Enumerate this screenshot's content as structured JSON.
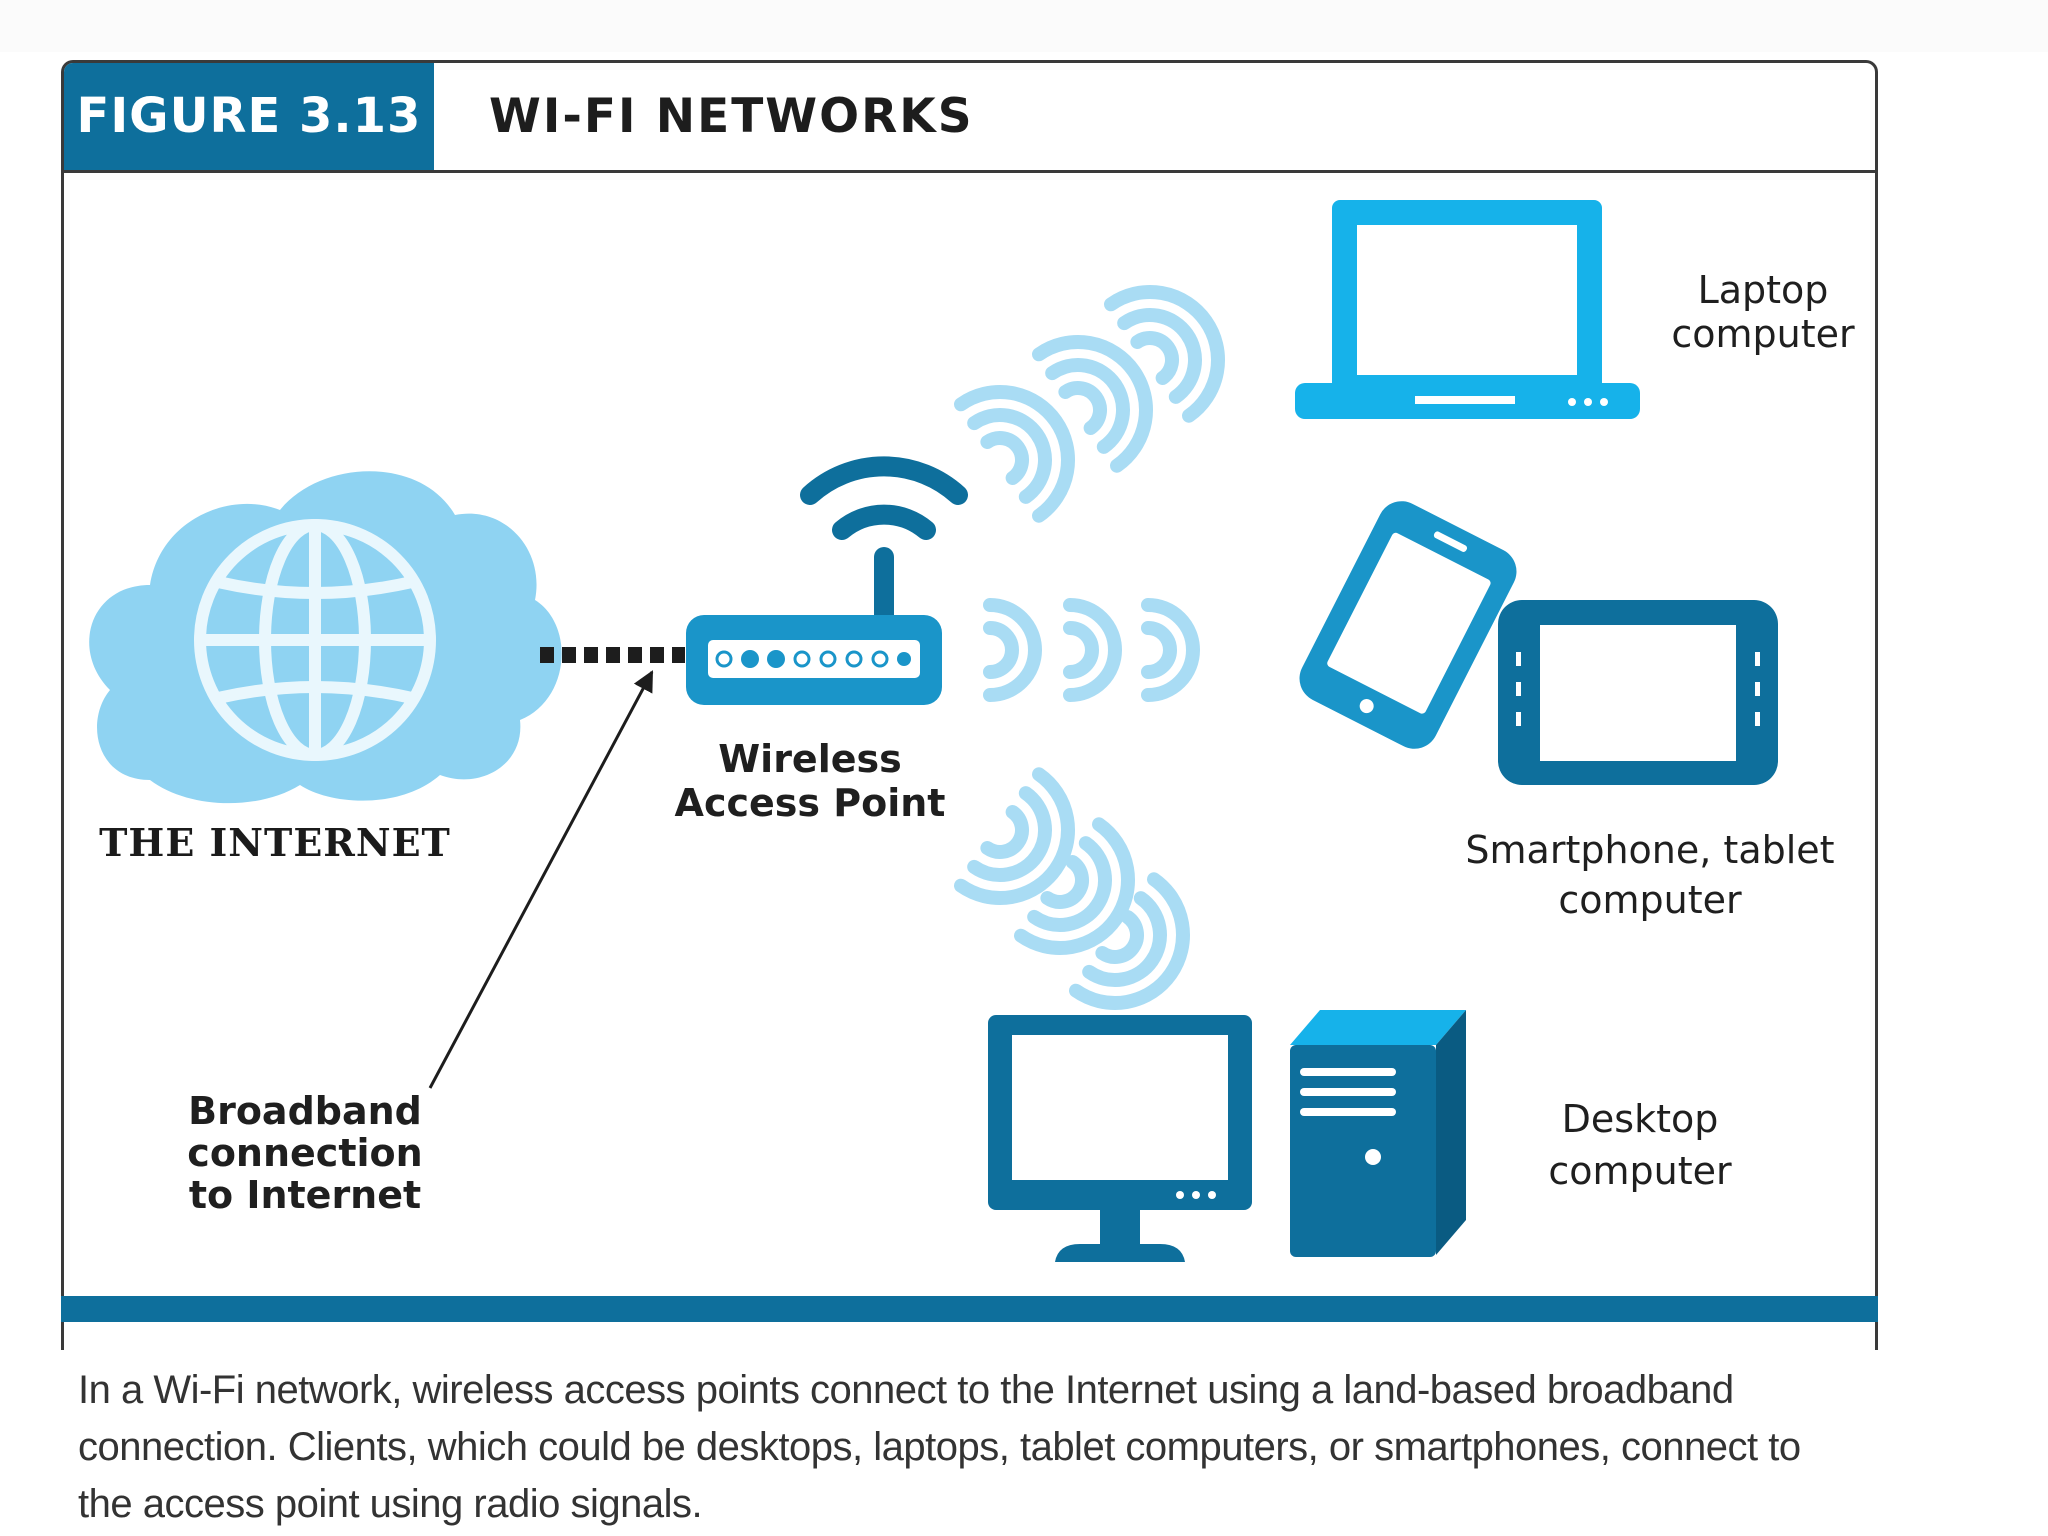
{
  "figure": {
    "number": "FIGURE 3.13",
    "title": "WI-FI NETWORKS"
  },
  "nodes": {
    "internet": "THE INTERNET",
    "access_point": [
      "Wireless",
      "Access Point"
    ],
    "laptop": [
      "Laptop",
      "computer"
    ],
    "mobile": [
      "Smartphone, tablet",
      "computer"
    ],
    "desktop": [
      "Desktop",
      "computer"
    ],
    "broadband": [
      "Broadband",
      "connection",
      "to Internet"
    ]
  },
  "caption": "In a Wi-Fi network, wireless access points connect to the Internet using a land-based broadband connection. Clients, which could be desktops, laptops, tablet computers, or smartphones, connect to the access point using radio signals.",
  "colors": {
    "header_blue": "#0e6f9c",
    "device_dark_blue": "#0e6f9c",
    "laptop_cyan": "#16b2ea",
    "cloud_light_blue": "#8fd3f2",
    "signal_light_blue": "#a9dcf4"
  },
  "icons": [
    "globe-icon",
    "cloud-icon",
    "wifi-icon",
    "router-icon",
    "laptop-icon",
    "smartphone-icon",
    "tablet-icon",
    "monitor-icon",
    "tower-icon"
  ]
}
